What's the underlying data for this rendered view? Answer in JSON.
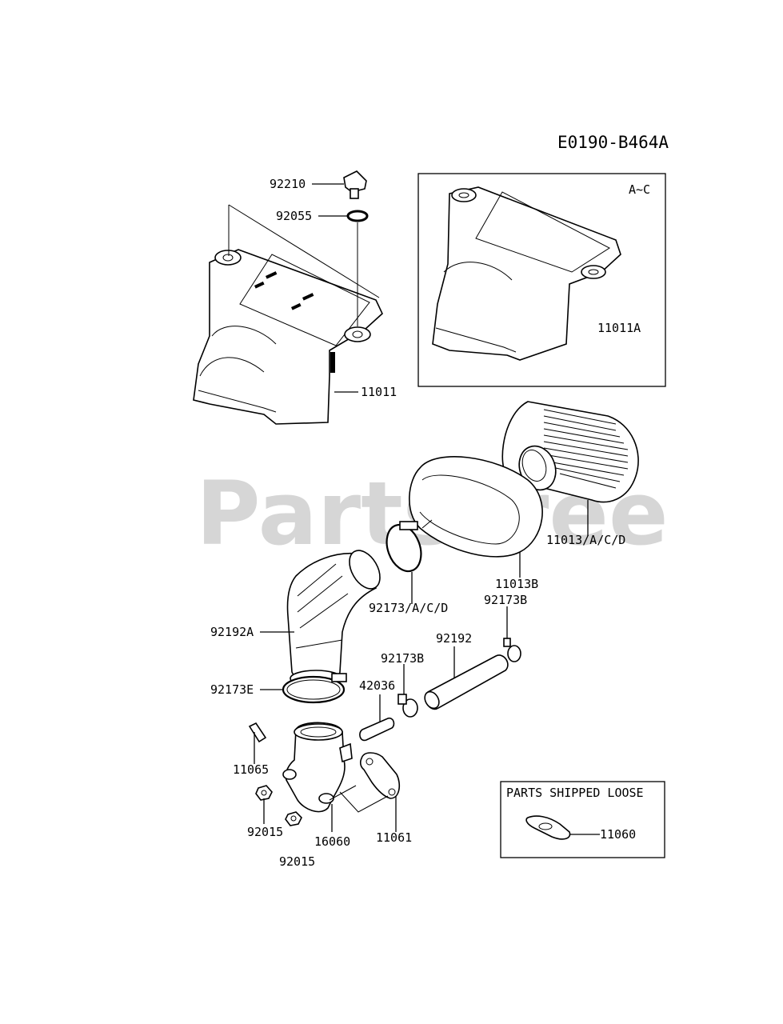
{
  "diagram_code": "E0190-B464A",
  "watermark": "PartsTree",
  "watermark_tm": "™",
  "inset_box": {
    "variant": "A~C",
    "part": "11011A"
  },
  "loose_box": {
    "title": "PARTS SHIPPED LOOSE",
    "part": "11060"
  },
  "parts": {
    "p92210": "92210",
    "p92055": "92055",
    "p11011": "11011",
    "p11013": "11013/A/C/D",
    "p11013b": "11013B",
    "p92173acd": "92173/A/C/D",
    "p92173b_top": "92173B",
    "p92192a": "92192A",
    "p92192": "92192",
    "p92173b_mid": "92173B",
    "p92173e": "92173E",
    "p42036": "42036",
    "p11065": "11065",
    "p92015_a": "92015",
    "p16060": "16060",
    "p11061": "11061",
    "p92015_b": "92015"
  }
}
